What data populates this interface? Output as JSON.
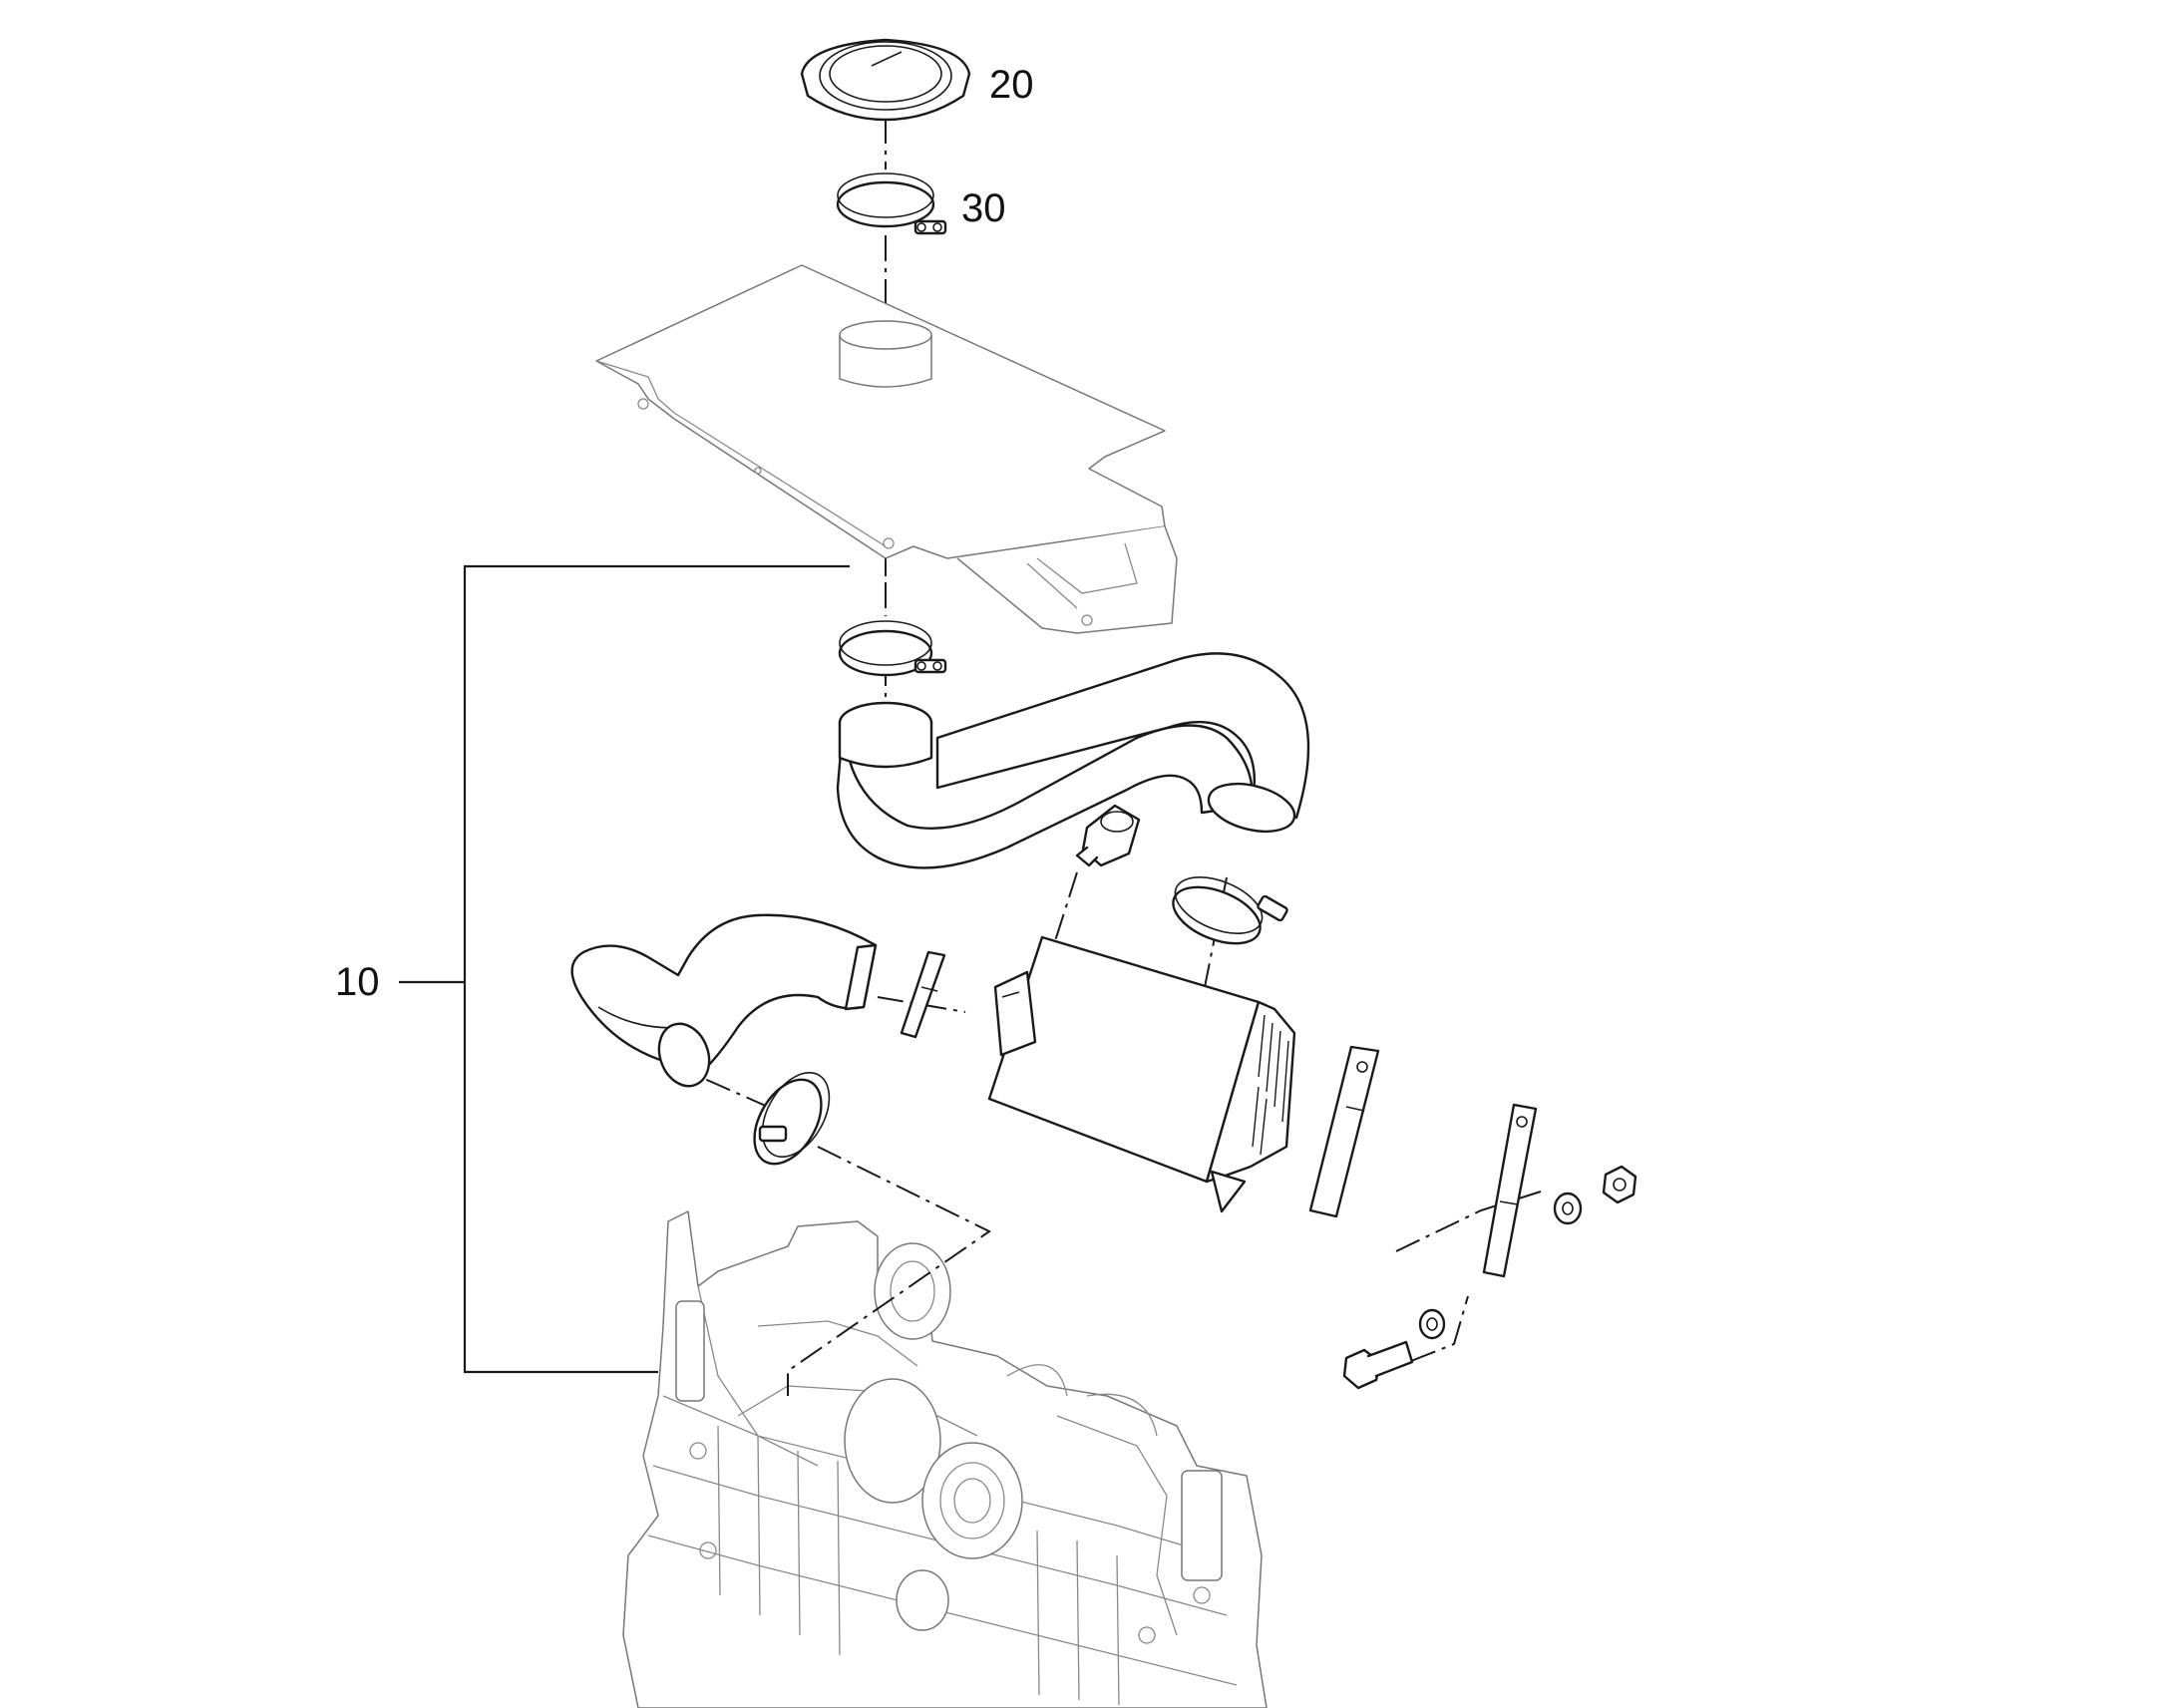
{
  "callouts": {
    "c10": "10",
    "c20": "20",
    "c30": "30"
  },
  "colors": {
    "line": "#1a1a1a",
    "background": "#ffffff",
    "faded_line": "#888888"
  }
}
